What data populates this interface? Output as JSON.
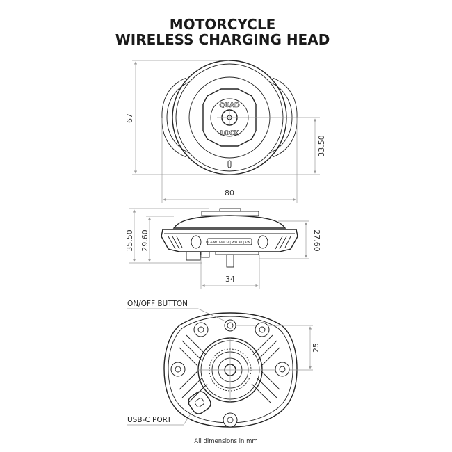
{
  "title": {
    "line1": "MOTORCYCLE",
    "line2": "WIRELESS CHARGING HEAD"
  },
  "top_view": {
    "logo_top": "QUAD",
    "logo_bottom": "LOCK",
    "dim_height": "67",
    "dim_half_height": "33.50",
    "dim_width": "80"
  },
  "side_view": {
    "dim_total_height": "35.50",
    "dim_body_height": "29.60",
    "dim_right_height": "27.60",
    "dim_base_width": "34",
    "product_label": "QLA-MOT-WCH | WH 30 | FW 1"
  },
  "bottom_view": {
    "on_off_label": "ON/OFF BUTTON",
    "usb_label": "USB-C PORT",
    "dim_offset": "25"
  },
  "footer": {
    "note": "All dimensions in mm"
  }
}
